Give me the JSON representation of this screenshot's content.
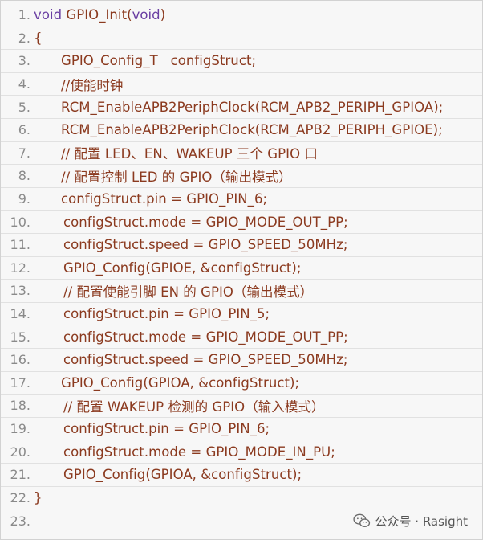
{
  "lines": [
    {
      "num": "1.",
      "text": "void GPIO_Init(void)"
    },
    {
      "num": "2.",
      "text": "{"
    },
    {
      "num": "3.",
      "text": "GPIO_Config_T   configStruct;"
    },
    {
      "num": "4.",
      "text": "//使能时钟"
    },
    {
      "num": "5.",
      "text": "RCM_EnableAPB2PeriphClock(RCM_APB2_PERIPH_GPIOA);"
    },
    {
      "num": "6.",
      "text": "RCM_EnableAPB2PeriphClock(RCM_APB2_PERIPH_GPIOE);"
    },
    {
      "num": "7.",
      "text": "// 配置 LED、EN、WAKEUP 三个 GPIO 口"
    },
    {
      "num": "8.",
      "text": "// 配置控制 LED 的 GPIO（输出模式）"
    },
    {
      "num": "9.",
      "text": "configStruct.pin = GPIO_PIN_6;"
    },
    {
      "num": "10.",
      "text": "configStruct.mode = GPIO_MODE_OUT_PP;"
    },
    {
      "num": "11.",
      "text": "configStruct.speed = GPIO_SPEED_50MHz;"
    },
    {
      "num": "12.",
      "text": "GPIO_Config(GPIOE, &configStruct);"
    },
    {
      "num": "13.",
      "text": "// 配置使能引脚 EN 的 GPIO（输出模式）"
    },
    {
      "num": "14.",
      "text": "configStruct.pin = GPIO_PIN_5;"
    },
    {
      "num": "15.",
      "text": "configStruct.mode = GPIO_MODE_OUT_PP;"
    },
    {
      "num": "16.",
      "text": "configStruct.speed = GPIO_SPEED_50MHz;"
    },
    {
      "num": "17.",
      "text": "GPIO_Config(GPIOA, &configStruct);"
    },
    {
      "num": "18.",
      "text": "// 配置 WAKEUP 检测的 GPIO（输入模式）"
    },
    {
      "num": "19.",
      "text": "configStruct.pin = GPIO_PIN_6;"
    },
    {
      "num": "20.",
      "text": "configStruct.mode = GPIO_MODE_IN_PU;"
    },
    {
      "num": "21.",
      "text": "GPIO_Config(GPIOA, &configStruct);"
    },
    {
      "num": "22.",
      "text": "}"
    },
    {
      "num": "23.",
      "text": ""
    }
  ],
  "watermark": {
    "icon": "wechat-icon",
    "text": "公众号 · Rasight"
  },
  "colors": {
    "identifier": "#8b3a1f",
    "keyword": "#6a3fa2",
    "comment": "#6c6c6c",
    "line_number": "#8a8a8a",
    "background": "#f7f7f7"
  }
}
